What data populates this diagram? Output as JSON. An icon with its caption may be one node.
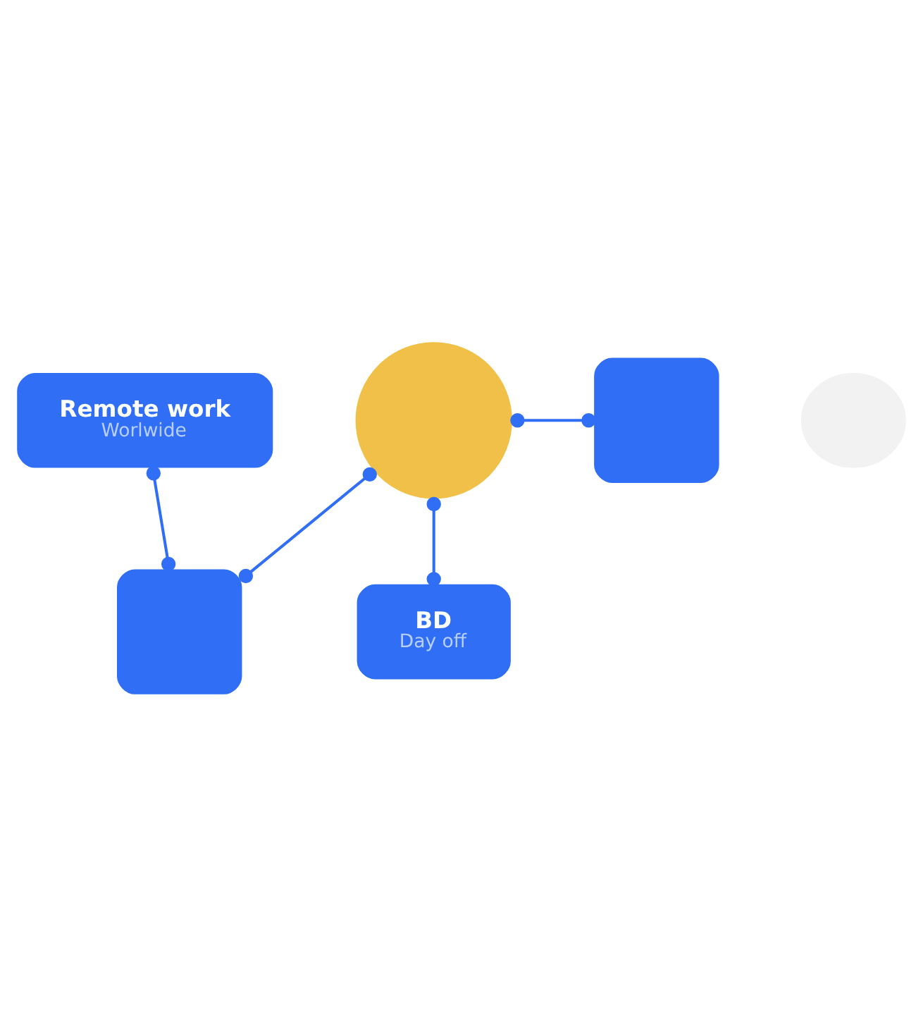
{
  "diagram": {
    "nodes": [
      {
        "text": [
          "Remote work",
          "Worlwide"
        ]
      },
      {
        "text": [],
        "shape": "bubble"
      },
      {
        "text": [],
        "shape": "person"
      },
      {
        "text": [],
        "shape": "box"
      },
      {
        "text": [],
        "shape": "box"
      },
      {
        "text": [
          "BD",
          "Day off"
        ]
      }
    ],
    "edges": [
      {
        "from": 0,
        "to": 4,
        "arrow": "other"
      },
      {
        "from": 2,
        "to": 4,
        "arrow": "other"
      },
      {
        "from": 2,
        "to": 3,
        "arrow": "other"
      },
      {
        "from": 2,
        "to": 5,
        "arrow": "other"
      }
    ]
  }
}
